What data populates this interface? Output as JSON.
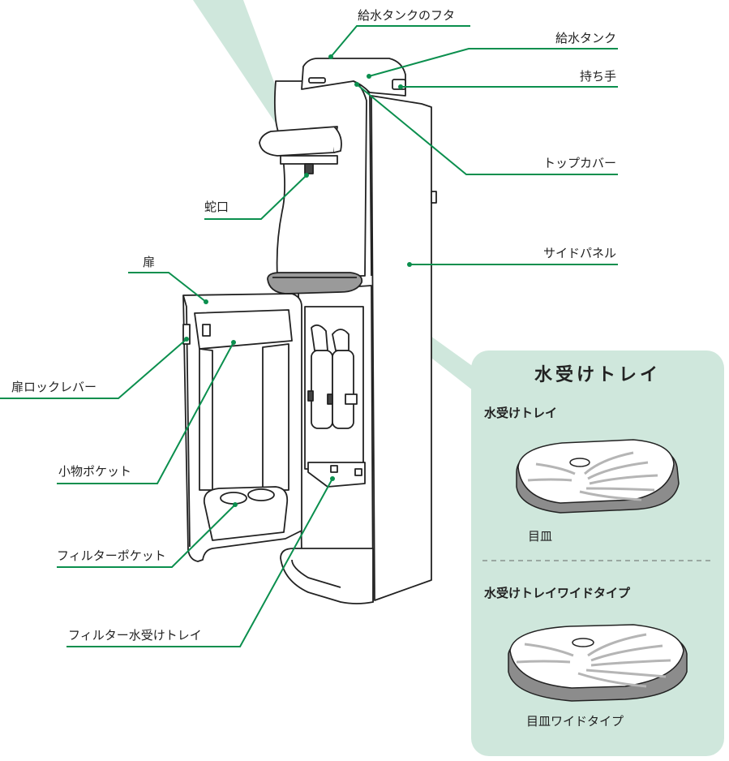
{
  "colors": {
    "accent": "#0b8f4e",
    "beam": "#cfe7dc",
    "panel": "#cfe7dc",
    "outline": "#222222",
    "tray_dark": "#8a8a8a"
  },
  "labels": {
    "tank_lid": "給水タンクのフタ",
    "tank": "給水タンク",
    "handle": "持ち手",
    "top_cover": "トップカバー",
    "faucet": "蛇口",
    "side_panel": "サイドパネル",
    "door": "扉",
    "door_lock_lever": "扉ロックレバー",
    "accessory_pocket": "小物ポケット",
    "filter_pocket": "フィルターポケット",
    "filter_drip_tray": "フィルター水受けトレイ"
  },
  "panel": {
    "title": "水受けトレイ",
    "standard": {
      "heading": "水受けトレイ",
      "caption": "目皿"
    },
    "wide": {
      "heading": "水受けトレイワイドタイプ",
      "caption": "目皿ワイドタイプ"
    }
  }
}
